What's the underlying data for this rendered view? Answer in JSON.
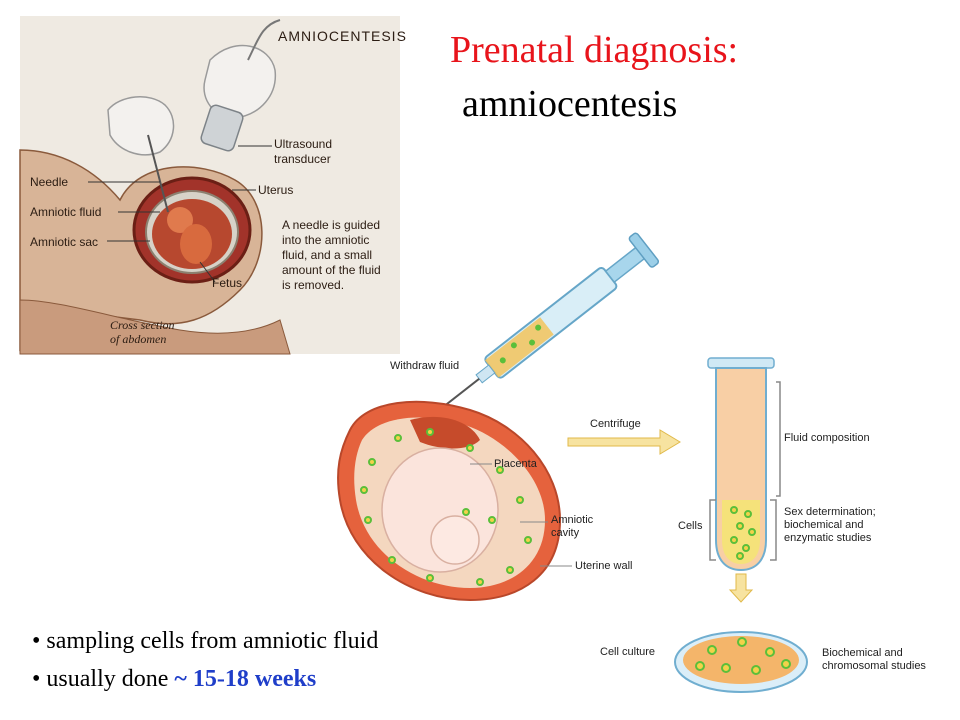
{
  "title": {
    "line1": "Prenatal diagnosis:",
    "line2": "amniocentesis"
  },
  "left_illustration": {
    "heading": "AMNIOCENTESIS",
    "labels": {
      "needle": "Needle",
      "amniotic_fluid": "Amniotic fluid",
      "amniotic_sac": "Amniotic sac",
      "ultrasound": "Ultrasound\ntransducer",
      "uterus": "Uterus",
      "fetus": "Fetus",
      "caption": "A needle is guided\ninto the amniotic\nfluid, and a small\namount of the fluid\nis removed.",
      "cross_section": "Cross section\nof abdomen"
    }
  },
  "right_diagram": {
    "labels": {
      "withdraw": "Withdraw fluid",
      "centrifuge": "Centrifuge",
      "placenta": "Placenta",
      "fluid_composition": "Fluid composition",
      "amniotic_cavity": "Amniotic\ncavity",
      "cells": "Cells",
      "sex_determination": "Sex determination;\nbiochemical and\nenzymatic studies",
      "uterine_wall": "Uterine wall",
      "cell_culture": "Cell culture",
      "biochem_chromo": "Biochemical and\nchromosomal studies"
    }
  },
  "bullets": [
    {
      "text": "sampling cells from amniotic fluid"
    },
    {
      "text": "usually done ",
      "highlight": "~ 15-18 weeks"
    }
  ],
  "colors": {
    "title_red": "#e8141b",
    "highlight_blue": "#1f3ec9"
  }
}
